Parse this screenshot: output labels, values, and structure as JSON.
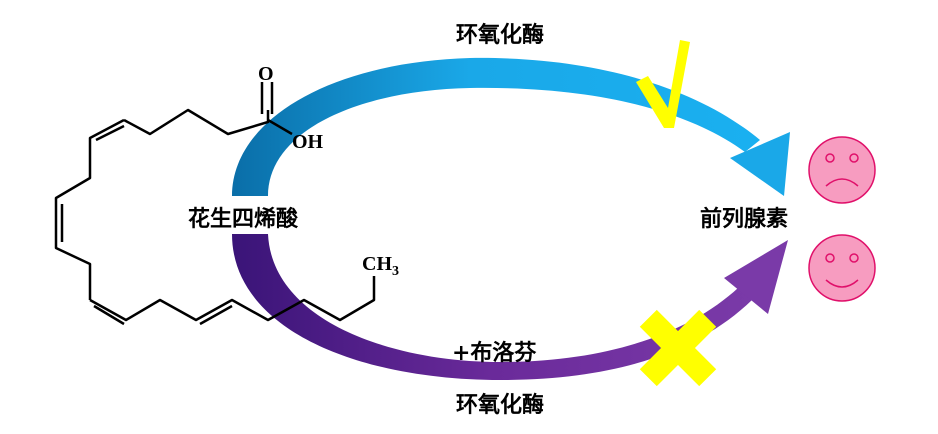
{
  "labels": {
    "top_enzyme": "环氧化酶",
    "arachidonic_acid": "花生四烯酸",
    "prostaglandin": "前列腺素",
    "ibuprofen": "+布洛芬",
    "bottom_enzyme": "环氧化酶"
  },
  "chem": {
    "carbonyl_o": "O",
    "hydroxyl": "OH",
    "methyl_c": "CH",
    "methyl_sub": "3"
  },
  "marks": {
    "check": "√",
    "cross": "✗"
  },
  "colors": {
    "top_arrow": "#1aa8e8",
    "top_arrow_dark": "#0a6ea8",
    "bottom_arrow": "#7a3aa8",
    "bottom_arrow_dark": "#3a1478",
    "mark_yellow": "#ffff00",
    "face_fill": "#f79cc0",
    "face_stroke": "#e0106a"
  },
  "faces": [
    {
      "mood": "sad"
    },
    {
      "mood": "happy"
    }
  ]
}
